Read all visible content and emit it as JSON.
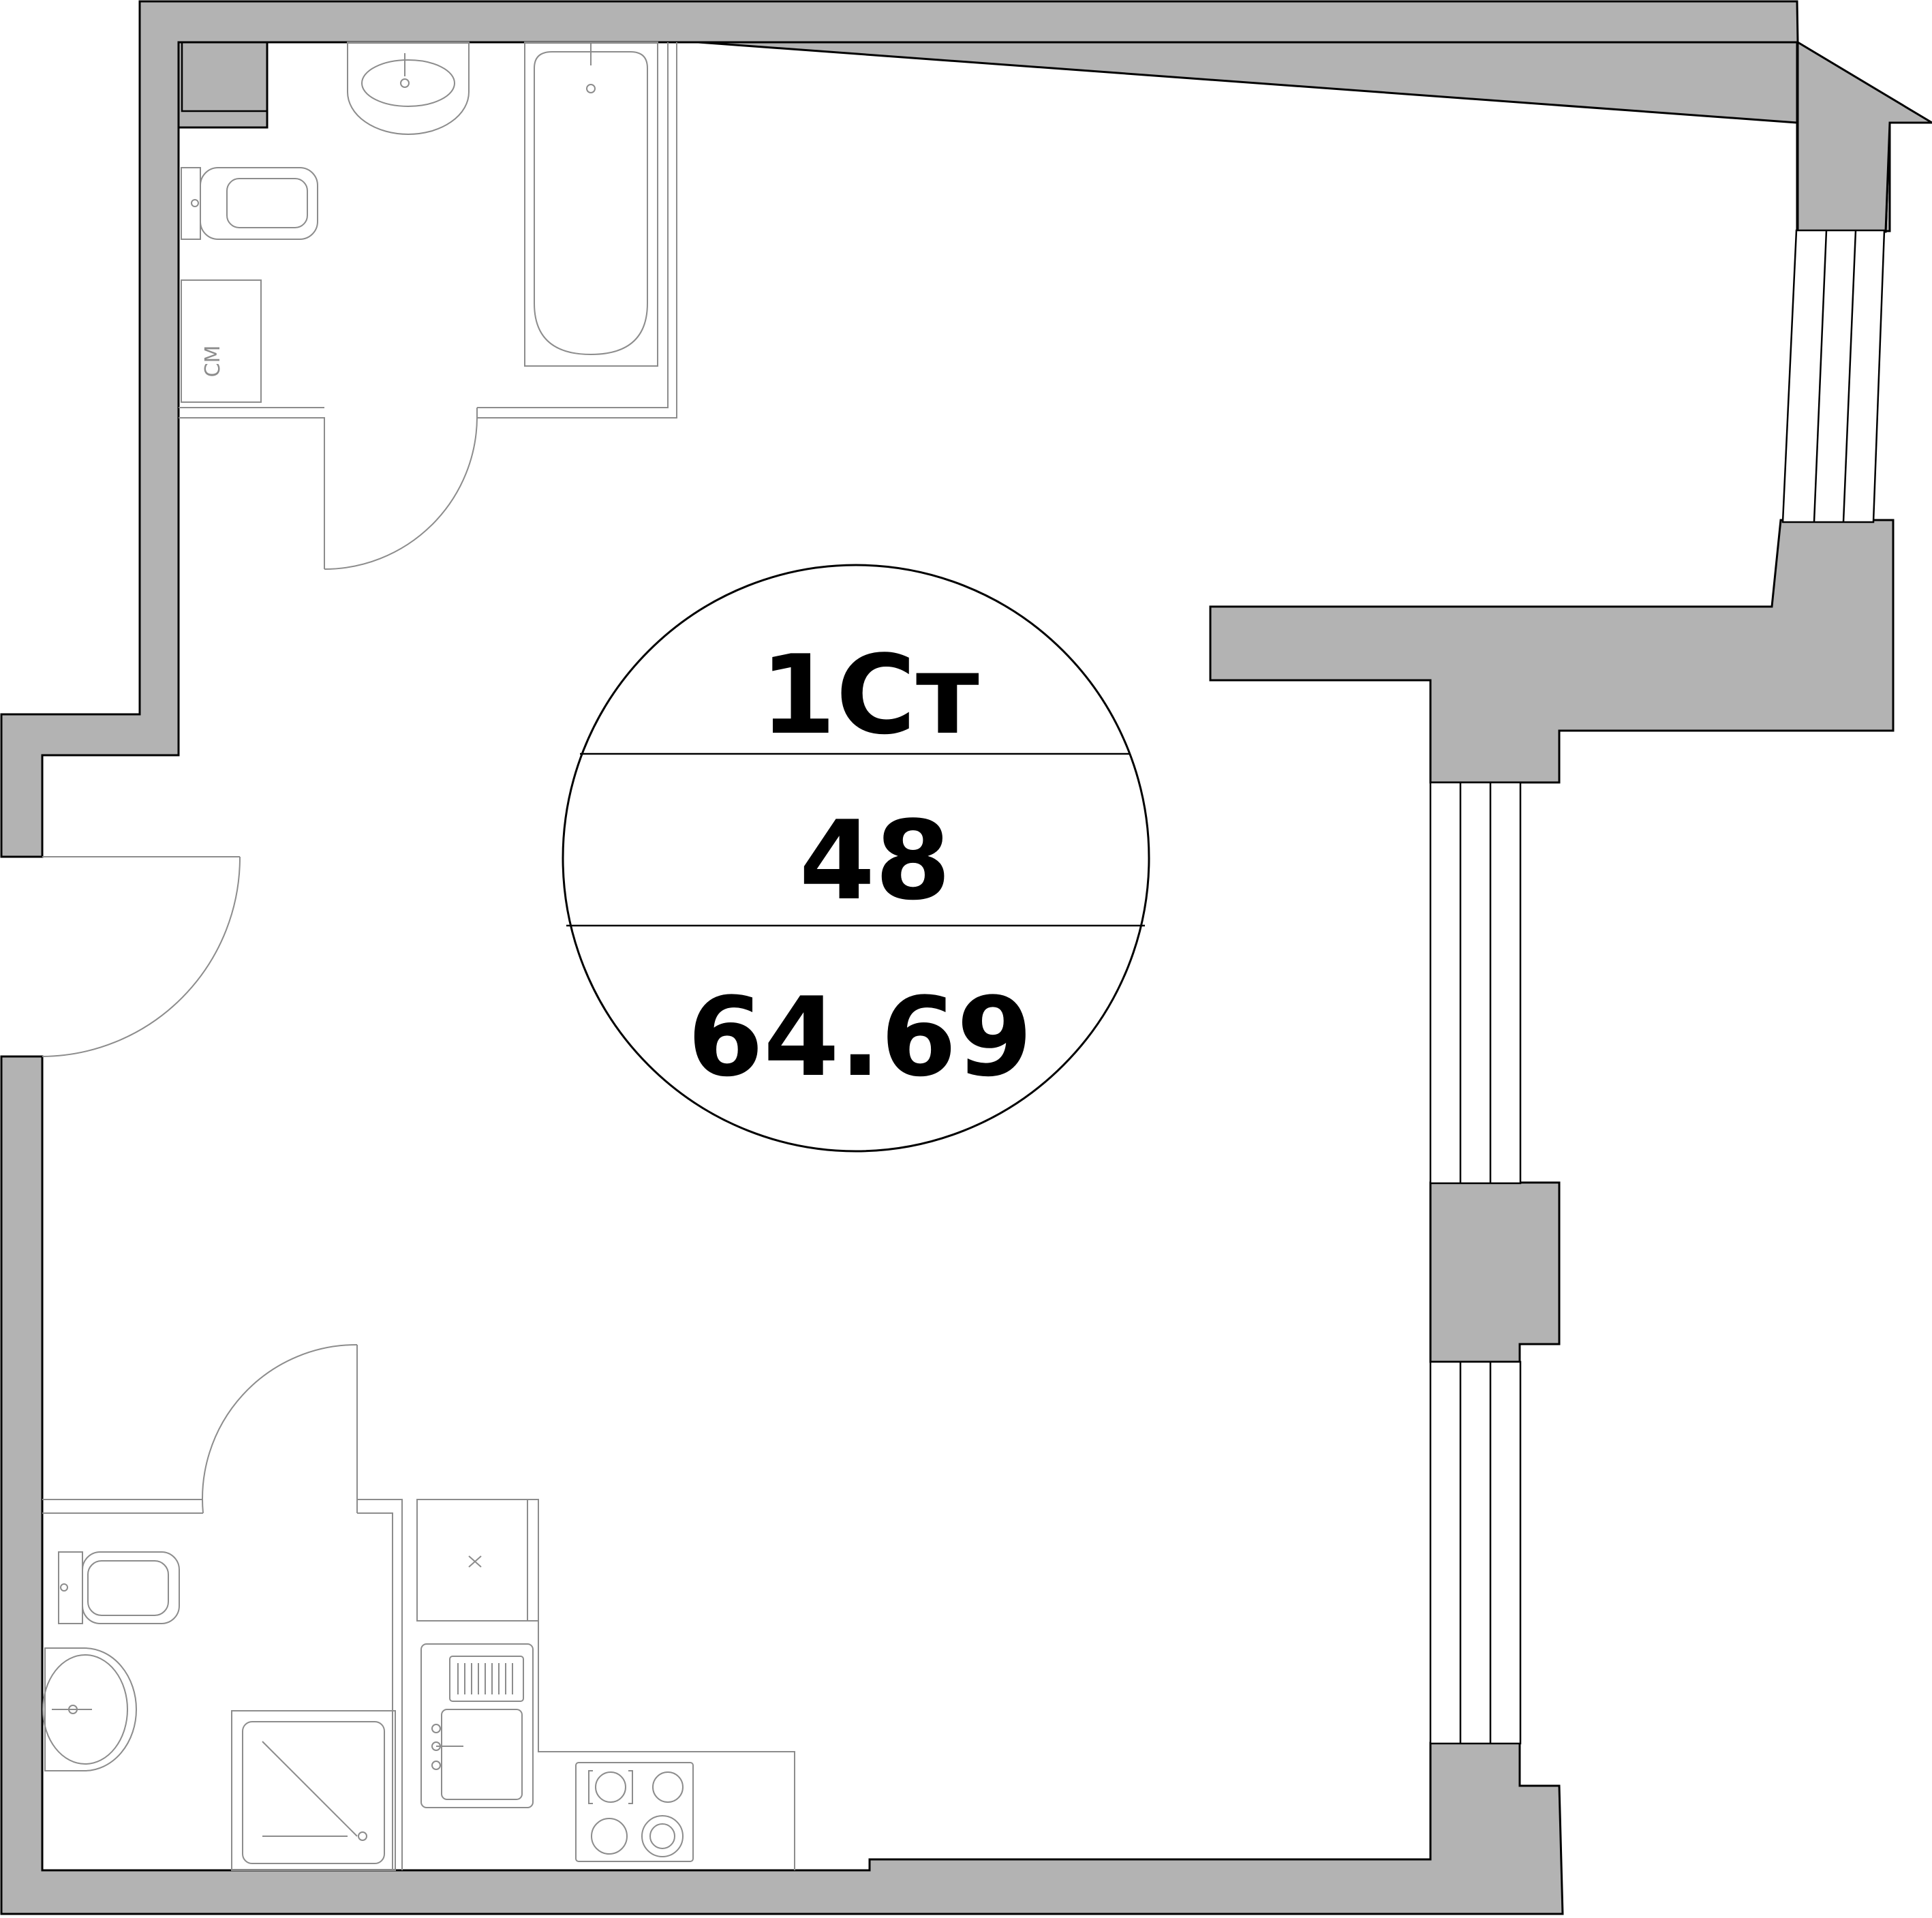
{
  "plan": {
    "badge": {
      "type": "1Ст",
      "apartment_number": "48",
      "area": "64.69"
    },
    "fixtures": {
      "washing_machine_label": "СМ"
    },
    "colors": {
      "wall_fill": "#b3b3b3",
      "outline": "#000000",
      "fixture_line": "#8c8c8c",
      "background": "#ffffff"
    }
  }
}
